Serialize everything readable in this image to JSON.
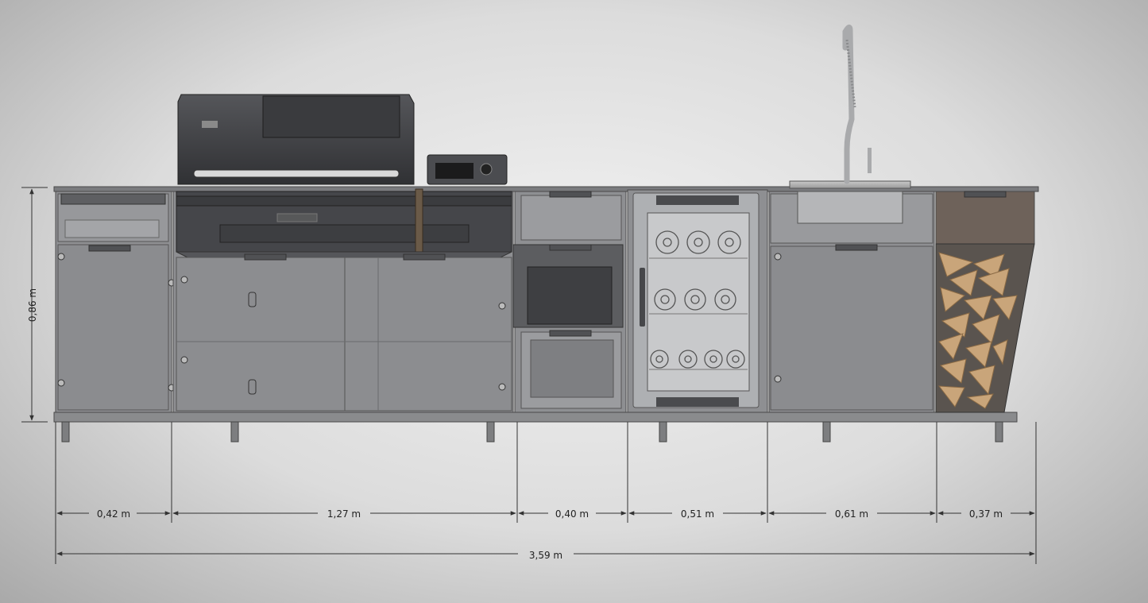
{
  "dimensions": {
    "height": "0,86 m",
    "segments": [
      "0,42 m",
      "1,27 m",
      "0,40 m",
      "0,51 m",
      "0,61 m",
      "0,37 m"
    ],
    "total": "3,59 m"
  },
  "colors": {
    "cabinet": "#8e8f92",
    "cabinet_dark": "#6e6f72",
    "grill": "#3f4043",
    "outline": "#4a4a4a",
    "wood": "#c9a57a",
    "dimension_line": "#333333"
  }
}
